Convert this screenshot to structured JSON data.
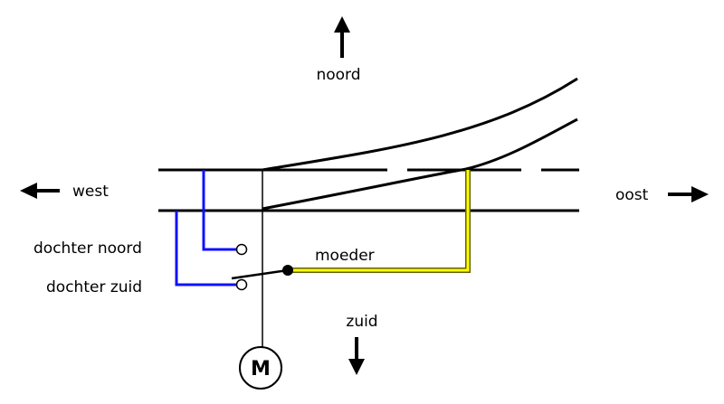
{
  "directions": {
    "north": "noord",
    "south": "zuid",
    "west": "west",
    "east": "oost"
  },
  "contacts": {
    "daughter_north": "dochter noord",
    "daughter_south": "dochter zuid",
    "mother": "moeder"
  },
  "motor": {
    "label": "M"
  },
  "colors": {
    "track": "#000000",
    "wire_daughter": "#1010ff",
    "wire_mother": "#ffff00",
    "wire_mother_outline": "#606000"
  },
  "icons": {
    "north": "arrow-up-icon",
    "south": "arrow-down-icon",
    "west": "arrow-left-icon",
    "east": "arrow-right-icon"
  }
}
